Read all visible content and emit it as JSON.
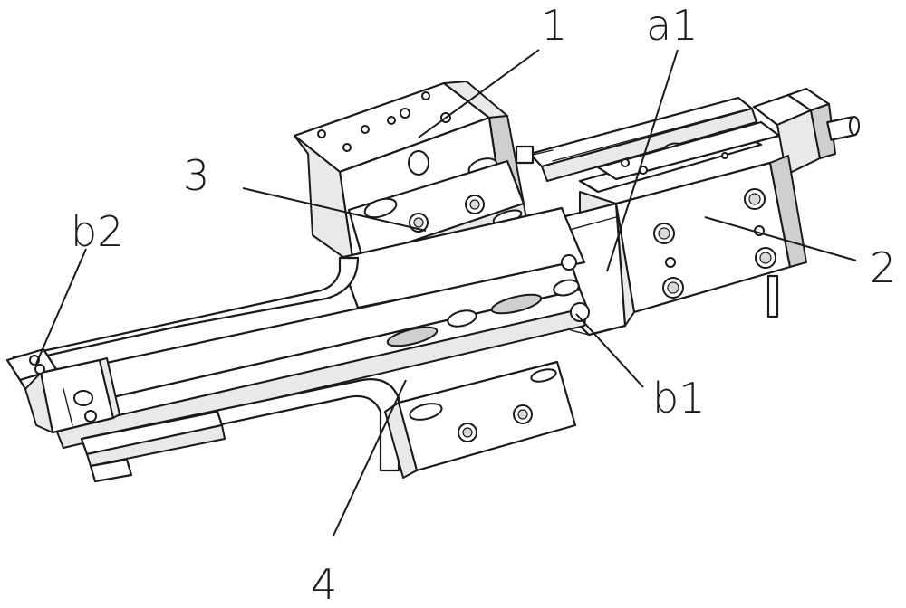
{
  "labels": {
    "part_1": "1",
    "part_2": "2",
    "part_3": "3",
    "part_4": "4",
    "point_a1": "a1",
    "point_b1": "b1",
    "point_b2": "b2"
  }
}
